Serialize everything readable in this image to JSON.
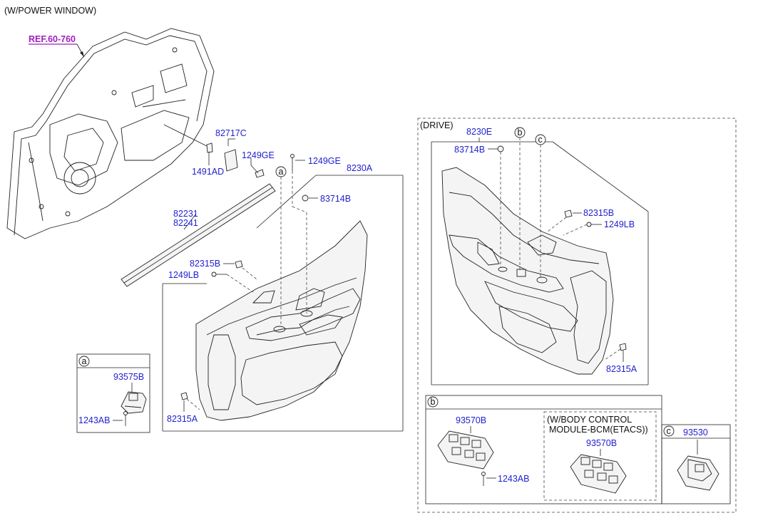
{
  "header": {
    "title": "(W/POWER WINDOW)"
  },
  "ref": {
    "label": "REF.60-760"
  },
  "parts": {
    "p82717C": "82717C",
    "p1249GE_a": "1249GE",
    "p1491AD": "1491AD",
    "p1249GE_b": "1249GE",
    "p8230A": "8230A",
    "p83714B_main": "83714B",
    "p82231": "82231",
    "p82241": "82241",
    "p82315B_main": "82315B",
    "p1249LB_main": "1249LB",
    "p82315A_main": "82315A",
    "p93575B": "93575B",
    "p1243AB_a": "1243AB",
    "p8230E": "8230E",
    "p83714B_drive": "83714B",
    "p82315B_drive": "82315B",
    "p1249LB_drive": "1249LB",
    "p82315A_drive": "82315A",
    "p93570B_b": "93570B",
    "p1243AB_b": "1243AB",
    "p93570B_bcm": "93570B",
    "p93530": "93530"
  },
  "callouts": {
    "a": "a",
    "b": "b",
    "c": "c"
  },
  "boxes": {
    "drive": "(DRIVE)",
    "bcm_line1": "(W/BODY CONTROL",
    "bcm_line2": "MODULE-BCM(ETACS))"
  }
}
